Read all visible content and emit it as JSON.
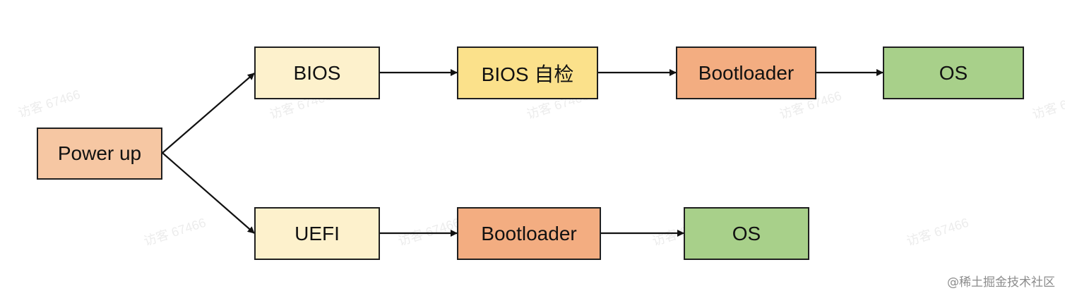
{
  "diagram": {
    "nodes": {
      "power_up": {
        "label": "Power up",
        "fill": "#f6c7a3"
      },
      "bios": {
        "label": "BIOS",
        "fill": "#fdf1cc"
      },
      "bios_post": {
        "label": "BIOS 自检",
        "fill": "#fbe18b"
      },
      "bootloader_bios": {
        "label": "Bootloader",
        "fill": "#f3ad81"
      },
      "os_bios": {
        "label": "OS",
        "fill": "#a8d08a"
      },
      "uefi": {
        "label": "UEFI",
        "fill": "#fdf1cc"
      },
      "bootloader_uefi": {
        "label": "Bootloader",
        "fill": "#f3ad81"
      },
      "os_uefi": {
        "label": "OS",
        "fill": "#a8d08a"
      }
    },
    "edges": [
      {
        "from": "Power up",
        "to": "BIOS"
      },
      {
        "from": "Power up",
        "to": "UEFI"
      },
      {
        "from": "BIOS",
        "to": "BIOS 自检"
      },
      {
        "from": "BIOS 自检",
        "to": "Bootloader"
      },
      {
        "from": "Bootloader",
        "to": "OS"
      },
      {
        "from": "UEFI",
        "to": "Bootloader"
      },
      {
        "from": "Bootloader",
        "to": "OS"
      }
    ],
    "stroke_color": "#111111"
  },
  "watermark": {
    "text": "访客 67466"
  },
  "footer": {
    "brand": "@稀土掘金技术社区"
  }
}
